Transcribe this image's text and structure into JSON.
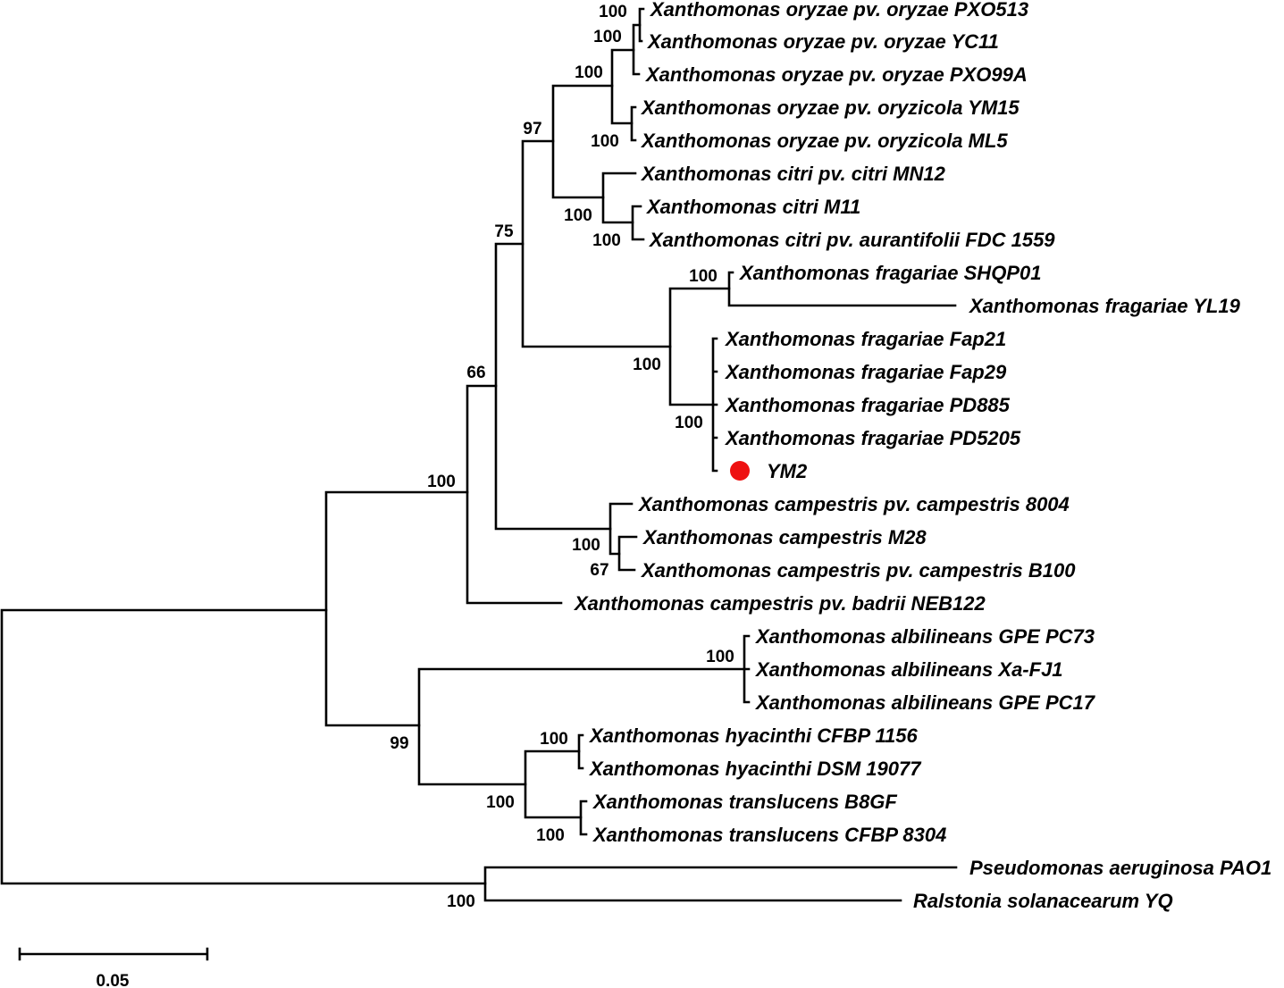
{
  "taxa": [
    "Xanthomonas oryzae pv. oryzae PXO513",
    "Xanthomonas oryzae pv. oryzae YC11",
    "Xanthomonas oryzae pv. oryzae PXO99A",
    "Xanthomonas oryzae pv. oryzicola YM15",
    "Xanthomonas oryzae pv. oryzicola ML5",
    "Xanthomonas citri pv. citri MN12",
    "Xanthomonas citri M11",
    "Xanthomonas citri pv. aurantifolii FDC 1559",
    "Xanthomonas fragariae SHQP01",
    "Xanthomonas fragariae YL19",
    "Xanthomonas fragariae Fap21",
    "Xanthomonas fragariae Fap29",
    "Xanthomonas fragariae PD885",
    "Xanthomonas fragariae PD5205",
    "YM2",
    "Xanthomonas campestris pv. campestris 8004",
    "Xanthomonas campestris M28",
    "Xanthomonas campestris pv. campestris B100",
    "Xanthomonas campestris pv. badrii NEB122",
    "Xanthomonas albilineans GPE PC73",
    "Xanthomonas albilineans Xa-FJ1",
    "Xanthomonas albilineans GPE PC17",
    "Xanthomonas hyacinthi CFBP 1156",
    "Xanthomonas hyacinthi DSM 19077",
    "Xanthomonas translucens B8GF",
    "Xanthomonas translucens CFBP 8304",
    "Pseudomonas aeruginosa PAO1",
    "Ralstonia solanacearum YQ"
  ],
  "support_values": [
    "100",
    "100",
    "100",
    "97",
    "100",
    "100",
    "75",
    "100",
    "100",
    "100",
    "66",
    "100",
    "100",
    "100",
    "67",
    "100",
    "100",
    "99",
    "100",
    "100",
    "100"
  ],
  "scale_bar": {
    "label": "0.05"
  },
  "colors": {
    "branch": "#000000",
    "text": "#000000",
    "highlight_marker": "#ee1111",
    "background": "#ffffff"
  }
}
